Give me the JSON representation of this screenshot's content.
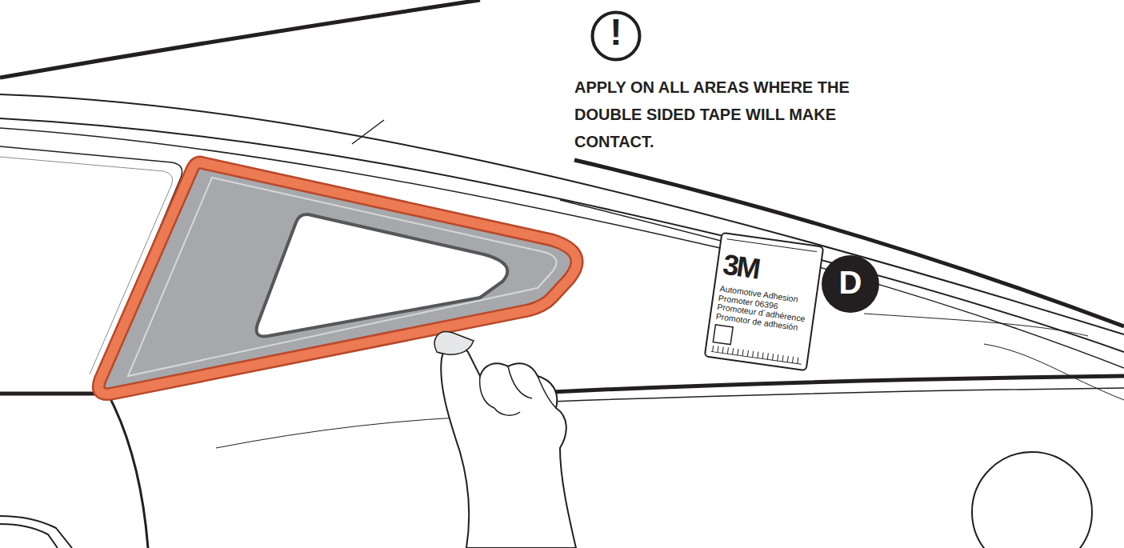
{
  "diagram": {
    "nodes": [
      {
        "text": [
          "!"
        ]
      },
      {
        "text": [
          "3M",
          "Automotive Adhesion Promoter 06396",
          "Promoteur d´adhérence",
          "Promotor de adhesión"
        ]
      },
      {
        "text": [
          "D"
        ]
      }
    ],
    "labels": [
      "APPLY ON ALL AREAS WHERE THE DOUBLE SIDED TAPE WILL MAKE CONTACT."
    ]
  }
}
